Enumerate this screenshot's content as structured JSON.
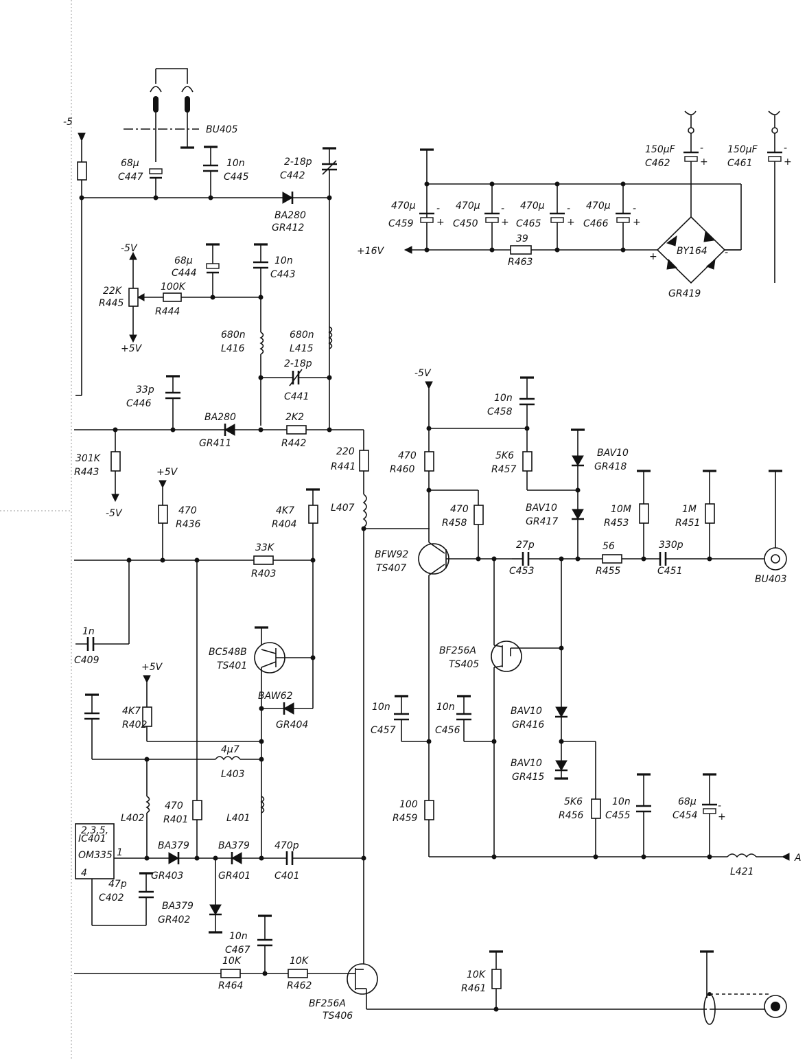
{
  "components": {
    "bu405": "BU405",
    "c447": {
      "ref": "C447",
      "val": "68μ"
    },
    "c445": {
      "ref": "C445",
      "val": "10n"
    },
    "c442": {
      "ref": "C442",
      "val": "2-18p"
    },
    "gr412": {
      "ref": "GR412",
      "val": "BA280"
    },
    "r445": {
      "ref": "R445",
      "val": "22K"
    },
    "r444": {
      "ref": "R444",
      "val": "100K"
    },
    "c444": {
      "ref": "C444",
      "val": "68μ"
    },
    "c443": {
      "ref": "C443",
      "val": "10n"
    },
    "l416": {
      "ref": "L416",
      "val": "680n"
    },
    "l415": {
      "ref": "L415",
      "val": "680n"
    },
    "c441": {
      "ref": "C441",
      "val": "2-18p"
    },
    "c446": {
      "ref": "C446",
      "val": "33p"
    },
    "gr411": {
      "ref": "GR411",
      "val": "BA280"
    },
    "r442": {
      "ref": "R442",
      "val": "2K2"
    },
    "r443": {
      "ref": "R443",
      "val": "301K"
    },
    "r441": {
      "ref": "R441",
      "val": "220"
    },
    "l407": "L407",
    "r436": {
      "ref": "R436",
      "val": "470"
    },
    "r404": {
      "ref": "R404",
      "val": "4K7"
    },
    "r403": {
      "ref": "R403",
      "val": "33K"
    },
    "c409": {
      "ref": "C409",
      "val": "1n"
    },
    "ts401": {
      "ref": "TS401",
      "val": "BC548B"
    },
    "gr404": {
      "ref": "GR404",
      "val": "BAW62"
    },
    "r402": {
      "ref": "R402",
      "val": "4K7"
    },
    "l403": {
      "ref": "L403",
      "val": "4μ7"
    },
    "l402": "L402",
    "r401": {
      "ref": "R401",
      "val": "470"
    },
    "l401": "L401",
    "gr403": {
      "ref": "GR403",
      "val": "BA379"
    },
    "gr401": {
      "ref": "GR401",
      "val": "BA379"
    },
    "c401": {
      "ref": "C401",
      "val": "470p"
    },
    "ic401": {
      "ref": "IC401",
      "val": "OM335"
    },
    "c402": {
      "ref": "C402",
      "val": "47p"
    },
    "gr402": {
      "ref": "GR402",
      "val": "BA379"
    },
    "c467": {
      "ref": "C467",
      "val": "10n"
    },
    "r464": {
      "ref": "R464",
      "val": "10K"
    },
    "r462": {
      "ref": "R462",
      "val": "10K"
    },
    "ts406": {
      "ref": "TS406",
      "val": "BF256A"
    },
    "c459": {
      "ref": "C459",
      "val": "470μ"
    },
    "c450": {
      "ref": "C450",
      "val": "470μ"
    },
    "c465": {
      "ref": "C465",
      "val": "470μ"
    },
    "c466": {
      "ref": "C466",
      "val": "470μ"
    },
    "r463": {
      "ref": "R463",
      "val": "39"
    },
    "c462": {
      "ref": "C462",
      "val": "150μF"
    },
    "c461": {
      "ref": "C461",
      "val": "150μF"
    },
    "gr419": {
      "ref": "GR419",
      "val": "BY164"
    },
    "c458": {
      "ref": "C458",
      "val": "10n"
    },
    "r460": {
      "ref": "R460",
      "val": "470"
    },
    "r457": {
      "ref": "R457",
      "val": "5K6"
    },
    "gr418": {
      "ref": "GR418",
      "val": "BAV10"
    },
    "r458": {
      "ref": "R458",
      "val": "470"
    },
    "gr417": {
      "ref": "GR417",
      "val": "BAV10"
    },
    "ts407": {
      "ref": "TS407",
      "val": "BFW92"
    },
    "c453": {
      "ref": "C453",
      "val": "27p"
    },
    "r455": {
      "ref": "R455",
      "val": "56"
    },
    "r453": {
      "ref": "R453",
      "val": "10M"
    },
    "c451": {
      "ref": "C451",
      "val": "330p"
    },
    "r451": {
      "ref": "R451",
      "val": "1M"
    },
    "bu403": "BU403",
    "ts405": {
      "ref": "TS405",
      "val": "BF256A"
    },
    "c457": {
      "ref": "C457",
      "val": "10n"
    },
    "c456": {
      "ref": "C456",
      "val": "10n"
    },
    "gr416": {
      "ref": "GR416",
      "val": "BAV10"
    },
    "gr415": {
      "ref": "GR415",
      "val": "BAV10"
    },
    "r459": {
      "ref": "R459",
      "val": "100"
    },
    "r456": {
      "ref": "R456",
      "val": "5K6"
    },
    "c455": {
      "ref": "C455",
      "val": "10n"
    },
    "c454": {
      "ref": "C454",
      "val": "68μ"
    },
    "l421": "L421",
    "r461": {
      "ref": "R461",
      "val": "10K"
    }
  },
  "rails": {
    "minus5_top": "-5",
    "minus5_r445": "-5V",
    "plus5_r445": "+5V",
    "minus5_r443": "-5V",
    "plus5_r436": "+5V",
    "plus5_r402": "+5V",
    "plus16": "+16V",
    "minus5_right": "-5V",
    "a_right": "A"
  },
  "polarity": {
    "plus": "+",
    "minus": "-"
  },
  "ic_pins": {
    "p1": "1",
    "p4": "4",
    "p235": "2,3,5,"
  }
}
